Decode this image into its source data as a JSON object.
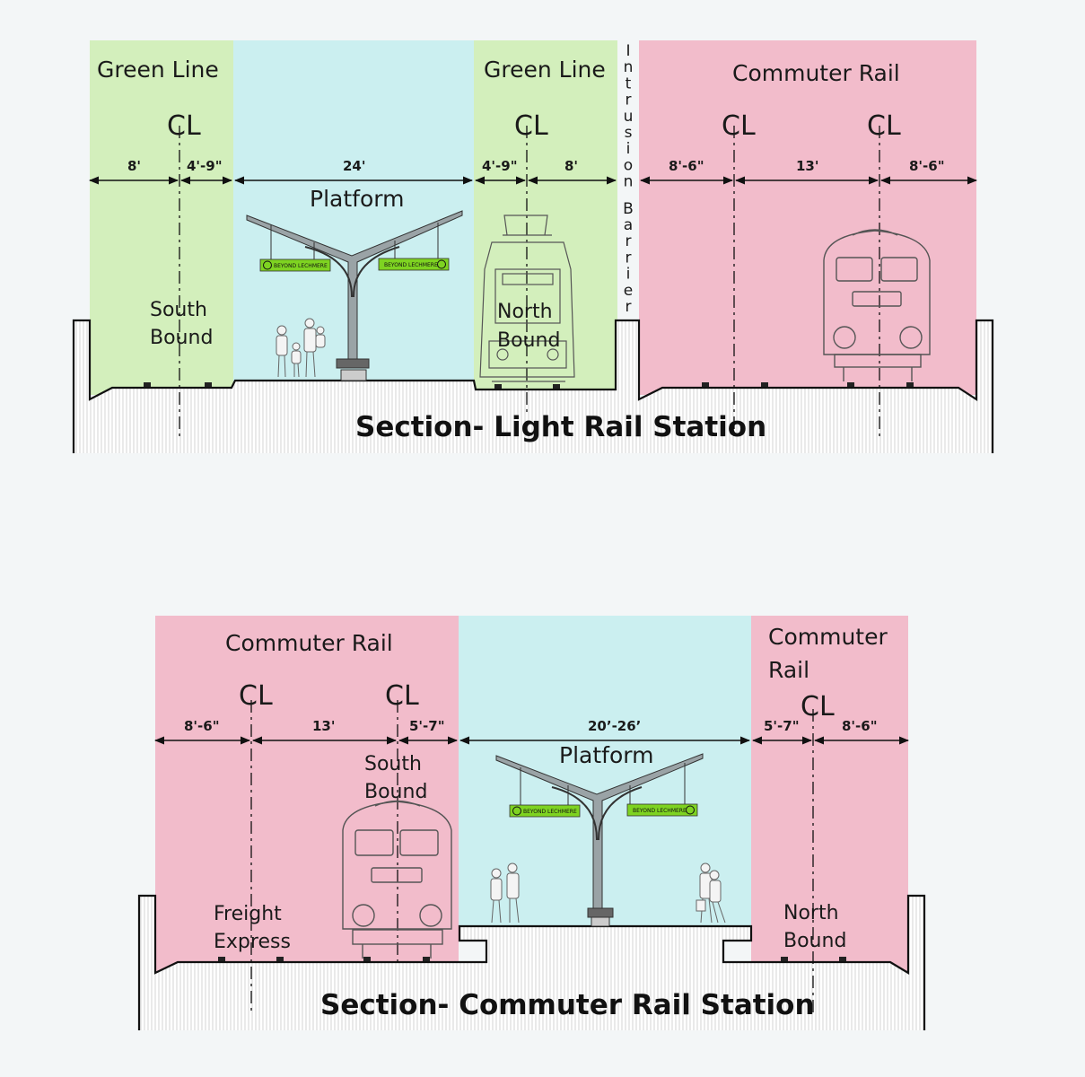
{
  "top_section": {
    "title": "Section- Light Rail Station",
    "green_line_left": "Green Line",
    "green_line_right": "Green Line",
    "commuter_rail": "Commuter Rail",
    "platform": "Platform",
    "south_bound": [
      "South",
      "Bound"
    ],
    "north_bound": [
      "North",
      "Bound"
    ],
    "intrusion_barrier": "Intrusion Barrier",
    "centerline": "CL",
    "dims": {
      "d1": "8'",
      "d2": "4'-9\"",
      "d3": "24'",
      "d4": "4'-9\"",
      "d5": "8'",
      "d6": "8'-6\"",
      "d7": "13'",
      "d8": "8'-6\""
    },
    "sign_text": "BEYOND LECHMERE"
  },
  "bottom_section": {
    "title": "Section- Commuter Rail Station",
    "commuter_rail_left": "Commuter Rail",
    "commuter_rail_right": [
      "Commuter",
      "Rail"
    ],
    "platform": "Platform",
    "south_bound": [
      "South",
      "Bound"
    ],
    "north_bound": [
      "North",
      "Bound"
    ],
    "freight_express": [
      "Freight",
      "Express"
    ],
    "centerline": "CL",
    "dims": {
      "d1": "8'-6\"",
      "d2": "13'",
      "d3": "5'-7\"",
      "d4": "20’-26’",
      "d5": "5'-7\"",
      "d6": "8'-6\""
    },
    "sign_text": "BEYOND LECHMERE"
  },
  "colors": {
    "green_zone": "#d3efbc",
    "platform_zone": "#cbeff0",
    "commuter_zone": "#f2bccb",
    "sign_green": "#7ed321"
  }
}
